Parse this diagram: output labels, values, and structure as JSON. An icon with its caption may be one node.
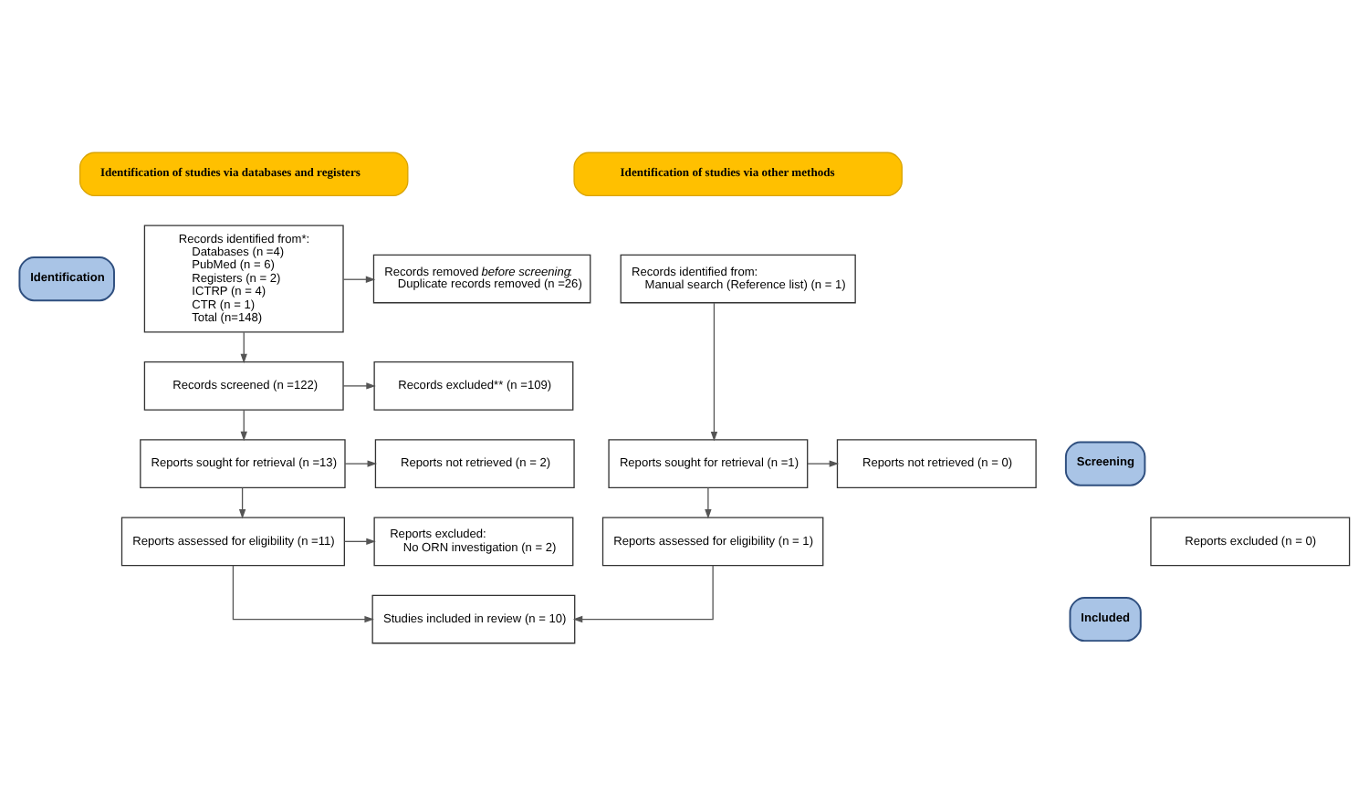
{
  "diagram": {
    "nodes": [
      {
        "text": [
          "Identification of studies via databases and registers"
        ]
      },
      {
        "text": [
          "Identification of studies via other methods"
        ]
      },
      {
        "text": [
          "Identification"
        ]
      },
      {
        "text": [
          "Screening"
        ]
      },
      {
        "text": [
          "Included"
        ]
      },
      {
        "text": [
          "Records identified from*:",
          "Databases (n =4)",
          "PubMed (n = 6)",
          "Registers (n = 2)",
          "ICTRP (n = 4)",
          "CTR (n = 1)",
          "Total (n=148)"
        ]
      },
      {
        "text": [
          "Records removed *before screening*:",
          "Duplicate records removed (n =26)"
        ]
      },
      {
        "text": [
          "Records screened (n =122)"
        ]
      },
      {
        "text": [
          "Records excluded** (n =109)"
        ]
      },
      {
        "text": [
          "Reports sought for retrieval (n =13)"
        ]
      },
      {
        "text": [
          "Reports not retrieved (n = 2)"
        ]
      },
      {
        "text": [
          "Reports assessed for eligibility (n =11)"
        ]
      },
      {
        "text": [
          "Reports excluded:",
          "No ORN investigation (n = 2)"
        ]
      },
      {
        "text": [
          "Studies included in review (n = 10)"
        ]
      },
      {
        "text": [
          "Records identified from:",
          "Manual search (Reference list) (n = 1)"
        ]
      },
      {
        "text": [
          "Reports sought for retrieval (n =1)"
        ]
      },
      {
        "text": [
          "Reports not retrieved (n = 0)"
        ]
      },
      {
        "text": [
          "Reports assessed for eligibility (n = 1)"
        ]
      },
      {
        "text": [
          "Reports excluded (n = 0)"
        ]
      }
    ],
    "edges": [
      {
        "from": 5,
        "to": 6,
        "arrow": "to"
      },
      {
        "from": 5,
        "to": 7,
        "arrow": "to"
      },
      {
        "from": 7,
        "to": 8,
        "arrow": "to"
      },
      {
        "from": 7,
        "to": 9,
        "arrow": "to"
      },
      {
        "from": 9,
        "to": 10,
        "arrow": "to"
      },
      {
        "from": 9,
        "to": 11,
        "arrow": "to"
      },
      {
        "from": 11,
        "to": 12,
        "arrow": "to"
      },
      {
        "from": 11,
        "to": 13,
        "arrow": "to"
      },
      {
        "from": 14,
        "to": 15,
        "arrow": "to"
      },
      {
        "from": 15,
        "to": 16,
        "arrow": "to"
      },
      {
        "from": 15,
        "to": 17,
        "arrow": "to"
      },
      {
        "from": 17,
        "to": 13,
        "arrow": "to"
      }
    ]
  }
}
